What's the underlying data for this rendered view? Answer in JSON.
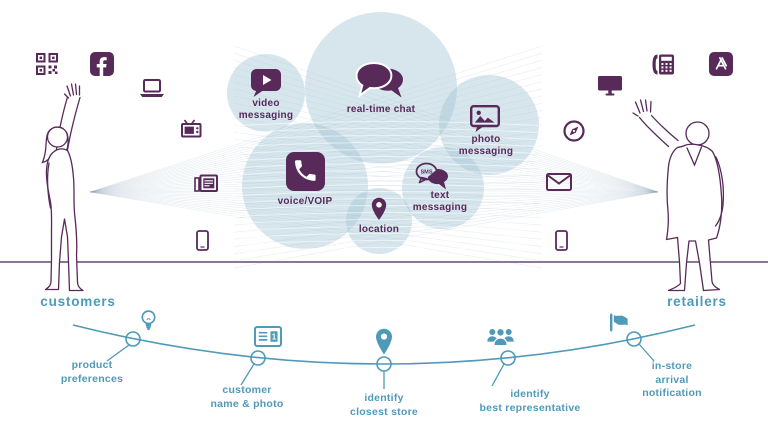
{
  "figures": {
    "left": {
      "label": "customers"
    },
    "right": {
      "label": "retailers"
    }
  },
  "channels": [
    {
      "id": "video-messaging",
      "label": "video messaging",
      "lines": [
        "video",
        "messaging"
      ]
    },
    {
      "id": "real-time-chat",
      "label": "real-time chat",
      "lines": [
        "real-time chat"
      ]
    },
    {
      "id": "photo-messaging",
      "label": "photo messaging",
      "lines": [
        "photo",
        "messaging"
      ]
    },
    {
      "id": "voice-voip",
      "label": "voice/VOIP",
      "lines": [
        "voice/VOIP"
      ]
    },
    {
      "id": "text-messaging",
      "label": "text messaging",
      "lines": [
        "text",
        "messaging"
      ],
      "badge": "SMS"
    },
    {
      "id": "location",
      "label": "location",
      "lines": [
        "location"
      ]
    }
  ],
  "timeline_steps": [
    {
      "label": "product preferences",
      "lines": [
        "product",
        "preferences"
      ],
      "icon": "lightbulb-icon"
    },
    {
      "label": "customer name & photo",
      "lines": [
        "customer",
        "name & photo"
      ],
      "icon": "id-card-icon",
      "card_number": "1"
    },
    {
      "label": "identify closest store",
      "lines": [
        "identify",
        "closest store"
      ],
      "icon": "map-pin-icon"
    },
    {
      "label": "identify best representative",
      "lines": [
        "identify",
        "best representative"
      ],
      "icon": "people-icon"
    },
    {
      "label": "in-store arrival notification",
      "lines": [
        "in-store",
        "arrival",
        "notification"
      ],
      "icon": "flag-icon"
    }
  ],
  "device_icons": {
    "left": [
      "qr-code",
      "facebook",
      "laptop",
      "tv",
      "fax-machine",
      "smartphone"
    ],
    "right": [
      "desk-phone",
      "app-store",
      "desktop-monitor",
      "web-browser",
      "email",
      "smartphone"
    ]
  },
  "colors": {
    "purple": "#572a5a",
    "bubble_blue": "#9fc3d5",
    "timeline_blue": "#4f9ab8",
    "ground_line": "#8d7694"
  }
}
